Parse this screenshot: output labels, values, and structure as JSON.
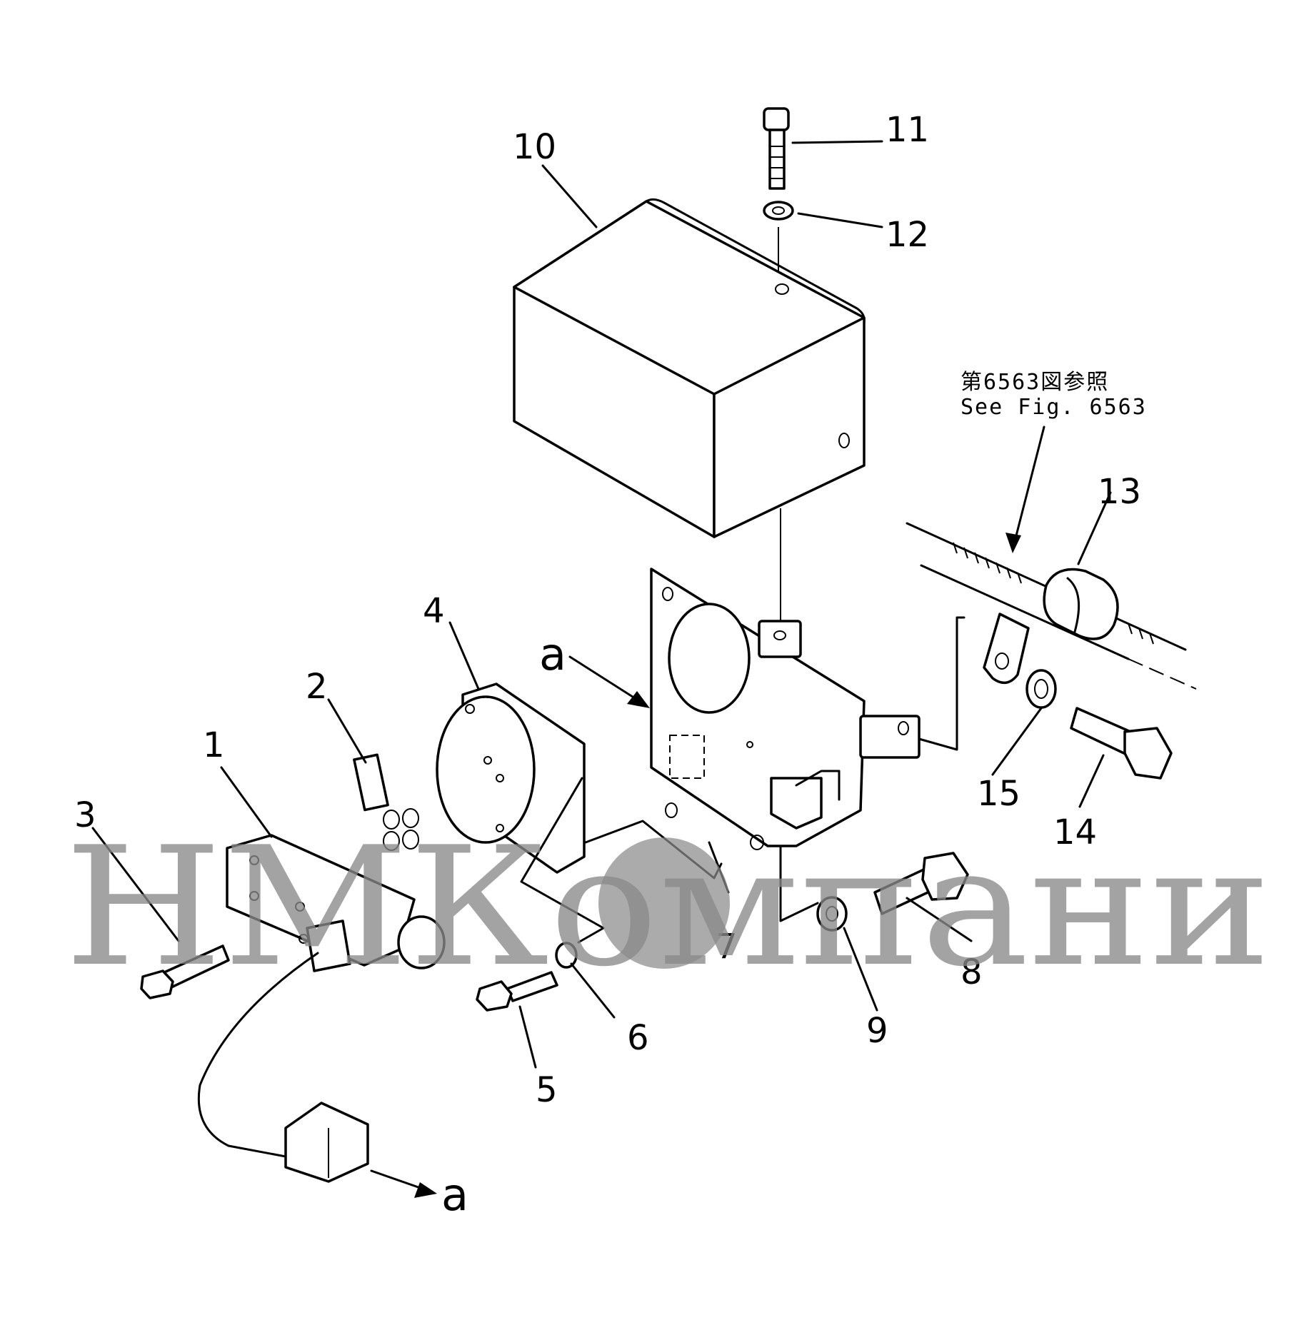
{
  "labels": {
    "p1": "1",
    "p2": "2",
    "p3": "3",
    "p4": "4",
    "p5": "5",
    "p6": "6",
    "p7": "7",
    "p8": "8",
    "p9": "9",
    "p10": "10",
    "p11": "11",
    "p12": "12",
    "p13": "13",
    "p14": "14",
    "p15": "15",
    "view_a_top": "a",
    "view_a_bottom": "a"
  },
  "reference": {
    "jp": "第6563図参照",
    "en": "See Fig. 6563"
  },
  "watermark": {
    "text": "НМКомпани",
    "color": "#8a8a8a"
  }
}
